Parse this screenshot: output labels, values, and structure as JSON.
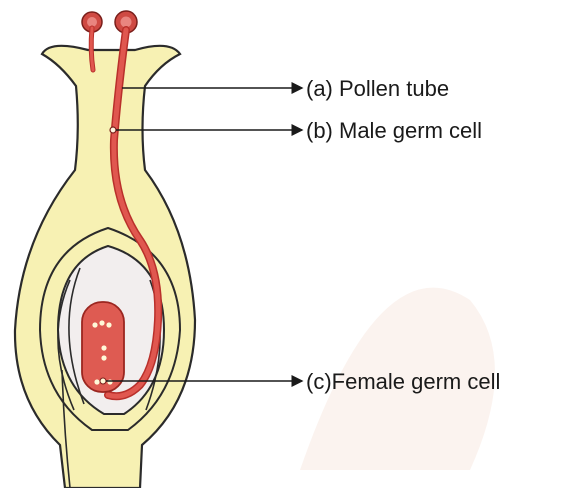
{
  "labels": {
    "a": "(a) Pollen tube",
    "b": "(b) Male germ cell",
    "c": "(c)Female germ cell"
  },
  "colors": {
    "pistil_fill": "#f7f1b3",
    "pistil_stroke": "#2b2b2b",
    "ovule_fill": "#f2eeee",
    "tube_red": "#e0574f",
    "tube_dark": "#b9302b",
    "leader": "#1a1a1a"
  }
}
